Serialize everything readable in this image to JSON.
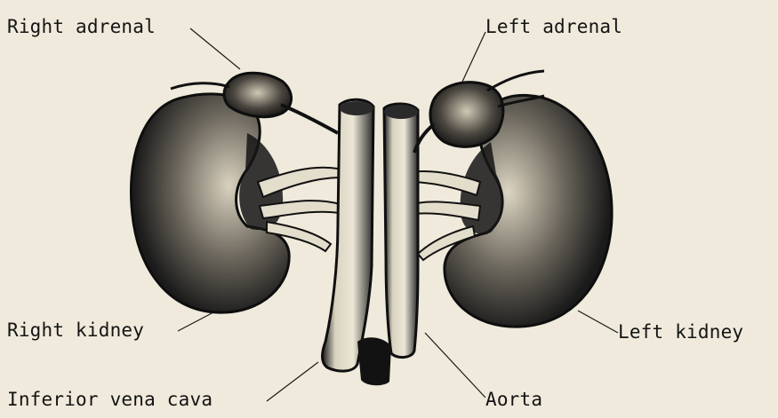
{
  "labels": {
    "right_adrenal": "Right adrenal",
    "left_adrenal": "Left adrenal",
    "right_kidney": "Right kidney",
    "left_kidney": "Left kidney",
    "inferior_vena_cava": "Inferior vena cava",
    "aorta": "Aorta"
  },
  "colors": {
    "paper": "#efeadb",
    "ink": "#141414",
    "vessel_light": "#e9e3d2"
  }
}
